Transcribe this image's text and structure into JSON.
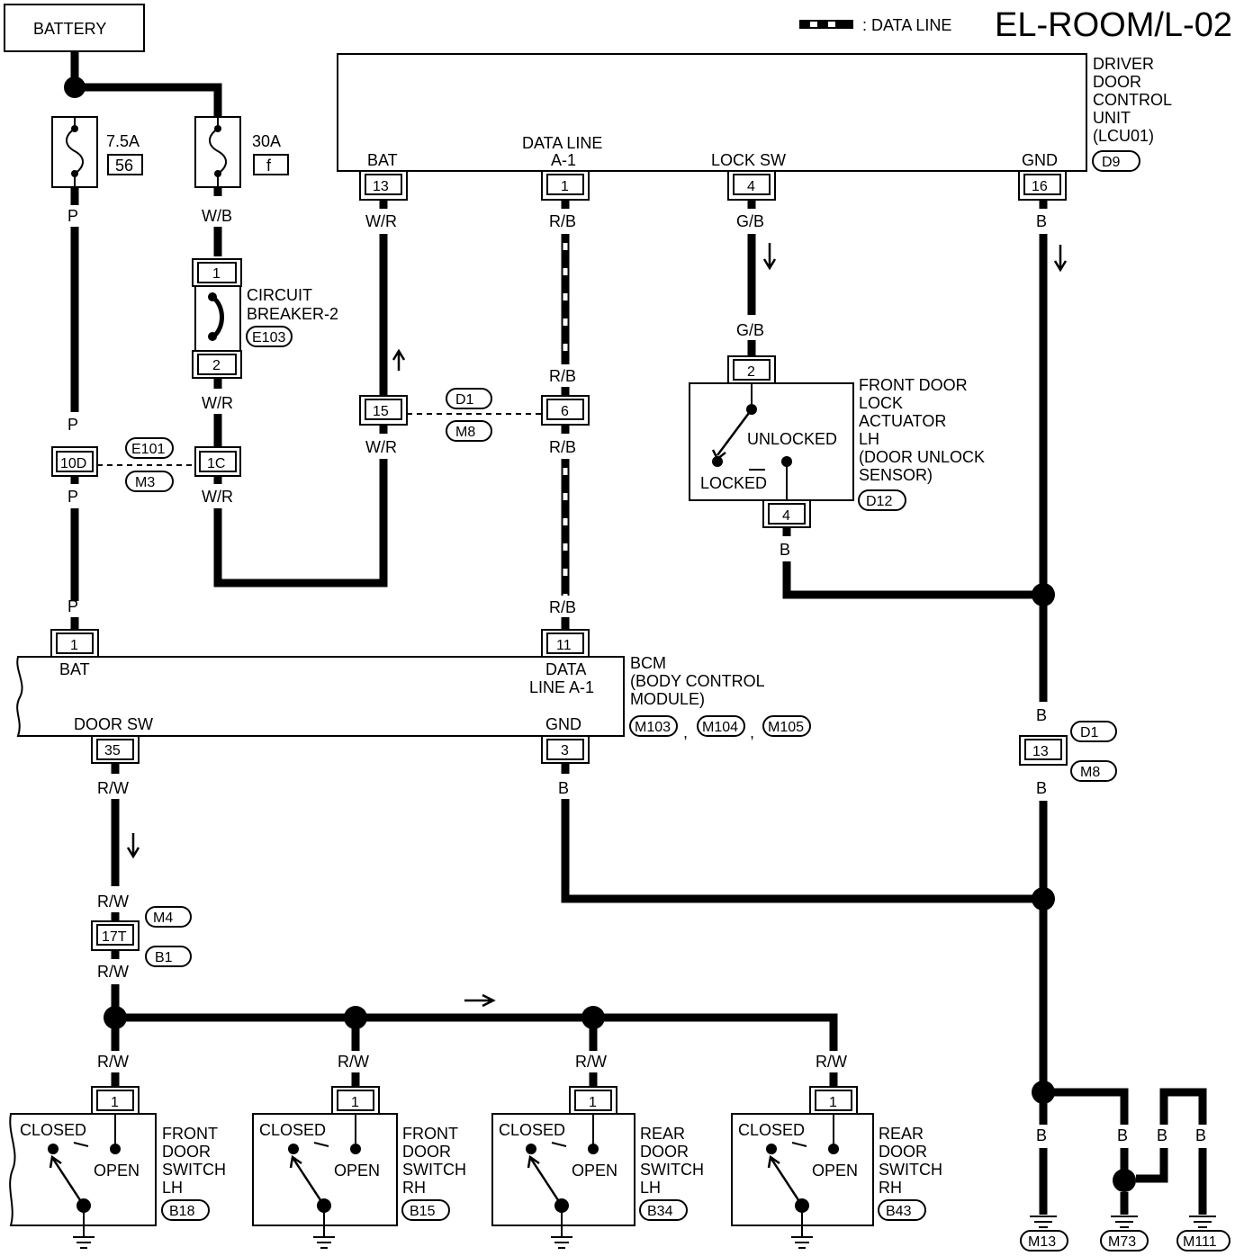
{
  "header": {
    "data_line_legend": ": DATA LINE",
    "code": "EL-ROOM/L-02"
  },
  "battery": {
    "label": "BATTERY"
  },
  "fuses": [
    {
      "rating": "7.5A",
      "number": "56"
    },
    {
      "rating": "30A",
      "number": "f"
    }
  ],
  "circuit_breaker": {
    "name_line1": "CIRCUIT",
    "name_line2": "BREAKER-2",
    "connector": "E103",
    "pin_top": "1",
    "pin_bottom": "2"
  },
  "driver_door_unit": {
    "name_lines": [
      "DRIVER",
      "DOOR",
      "CONTROL",
      "UNIT",
      "(LCU01)"
    ],
    "connector": "D9",
    "terminals": [
      {
        "label": "BAT",
        "pin": "13",
        "wire": "W/R"
      },
      {
        "label_line1": "DATA LINE",
        "label_line2": "A-1",
        "pin": "1",
        "wire": "R/B"
      },
      {
        "label": "LOCK SW",
        "pin": "4",
        "wire": "G/B"
      },
      {
        "label": "GND",
        "pin": "16",
        "wire": "B"
      }
    ]
  },
  "wires": {
    "p": "P",
    "wb": "W/B",
    "wr": "W/R",
    "rb": "R/B",
    "gb": "G/B",
    "b": "B",
    "rw": "R/W"
  },
  "joints": {
    "left": {
      "pin": "10D",
      "conn_top": "E101",
      "conn_bottom": "M3",
      "pin_right": "1C"
    },
    "mid": {
      "pin_left": "15",
      "pin_right": "6",
      "conn_top": "D1",
      "conn_bottom": "M8"
    },
    "ground_joint": {
      "pin": "13",
      "conn_top": "D1",
      "conn_bottom": "M8"
    },
    "door_sw_joint": {
      "pin": "17T",
      "conn_top": "M4",
      "conn_bottom": "B1"
    }
  },
  "actuator": {
    "name_lines": [
      "FRONT DOOR",
      "LOCK",
      "ACTUATOR",
      "LH",
      "(DOOR UNLOCK",
      "SENSOR)"
    ],
    "connector": "D12",
    "pin_top": "2",
    "pin_bottom": "4",
    "unlocked": "UNLOCKED",
    "locked": "LOCKED"
  },
  "bcm": {
    "name_lines": [
      "BCM",
      "(BODY CONTROL",
      "MODULE)"
    ],
    "connectors": [
      "M103",
      "M104",
      "M105"
    ],
    "sep": ",",
    "bat_label": "BAT",
    "bat_pin": "1",
    "data_label_line1": "DATA",
    "data_label_line2": "LINE A-1",
    "data_pin": "11",
    "door_sw_label": "DOOR SW",
    "door_sw_pin": "35",
    "gnd_label": "GND",
    "gnd_pin": "3"
  },
  "switches": [
    {
      "name_lines": [
        "FRONT",
        "DOOR",
        "SWITCH",
        "LH"
      ],
      "connector": "B18"
    },
    {
      "name_lines": [
        "FRONT",
        "DOOR",
        "SWITCH",
        "RH"
      ],
      "connector": "B15"
    },
    {
      "name_lines": [
        "REAR",
        "DOOR",
        "SWITCH",
        "LH"
      ],
      "connector": "B34"
    },
    {
      "name_lines": [
        "REAR",
        "DOOR",
        "SWITCH",
        "RH"
      ],
      "connector": "B43"
    }
  ],
  "switch_common": {
    "pin": "1",
    "closed": "CLOSED",
    "open": "OPEN"
  },
  "grounds": [
    "M13",
    "M73",
    "M111"
  ]
}
